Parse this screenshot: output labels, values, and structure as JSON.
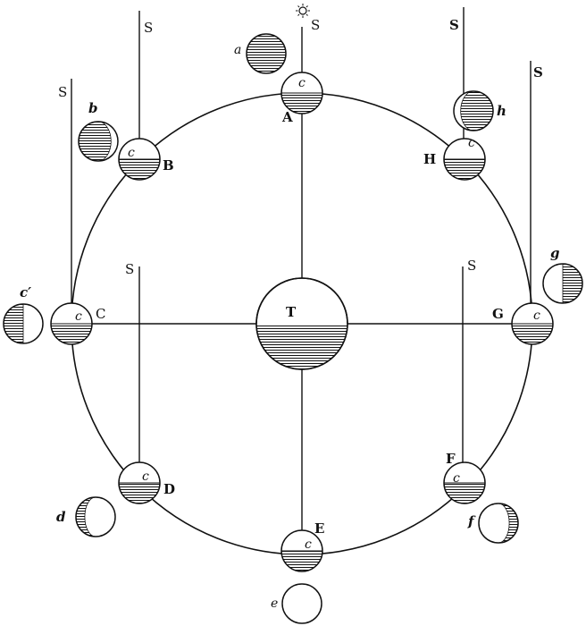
{
  "earth_label": "T",
  "sun_label": "S",
  "positions": [
    {
      "id": "A",
      "label": "A",
      "moon_label": "c",
      "view_label": "a"
    },
    {
      "id": "B",
      "label": "B",
      "moon_label": "c",
      "view_label": "b"
    },
    {
      "id": "C",
      "label": "C",
      "moon_label": "c",
      "view_label": "c′"
    },
    {
      "id": "D",
      "label": "D",
      "moon_label": "c",
      "view_label": "d"
    },
    {
      "id": "E",
      "label": "E",
      "moon_label": "c",
      "view_label": "e"
    },
    {
      "id": "F",
      "label": "F",
      "moon_label": "c",
      "view_label": "f"
    },
    {
      "id": "G",
      "label": "G",
      "moon_label": "c",
      "view_label": "g"
    },
    {
      "id": "H",
      "label": "H",
      "moon_label": "c",
      "view_label": "h"
    }
  ],
  "sun_lines": [
    {
      "label": "S"
    },
    {
      "label": "S"
    },
    {
      "label": "S"
    },
    {
      "label": "S"
    },
    {
      "label": "S"
    },
    {
      "label": "S"
    },
    {
      "label": "S"
    },
    {
      "label": "S"
    }
  ],
  "icons": {
    "sun": "sun-icon"
  }
}
